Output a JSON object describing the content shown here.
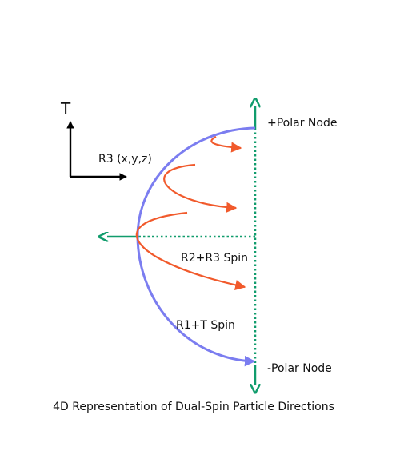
{
  "labels": {
    "time_axis": "T",
    "space_axis": "R3 (x,y,z)",
    "polar_top": "+Polar Node",
    "polar_bottom": "-Polar Node",
    "inner_spin": "R2+R3 Spin",
    "outer_spin": "R1+T Spin",
    "caption": "4D Representation of Dual-Spin Particle Directions"
  },
  "colors": {
    "axes": "#000000",
    "polar": "#109c6c",
    "outer_spin": "#7b7df0",
    "inner_spin": "#f15a2c",
    "text": "#111111"
  }
}
